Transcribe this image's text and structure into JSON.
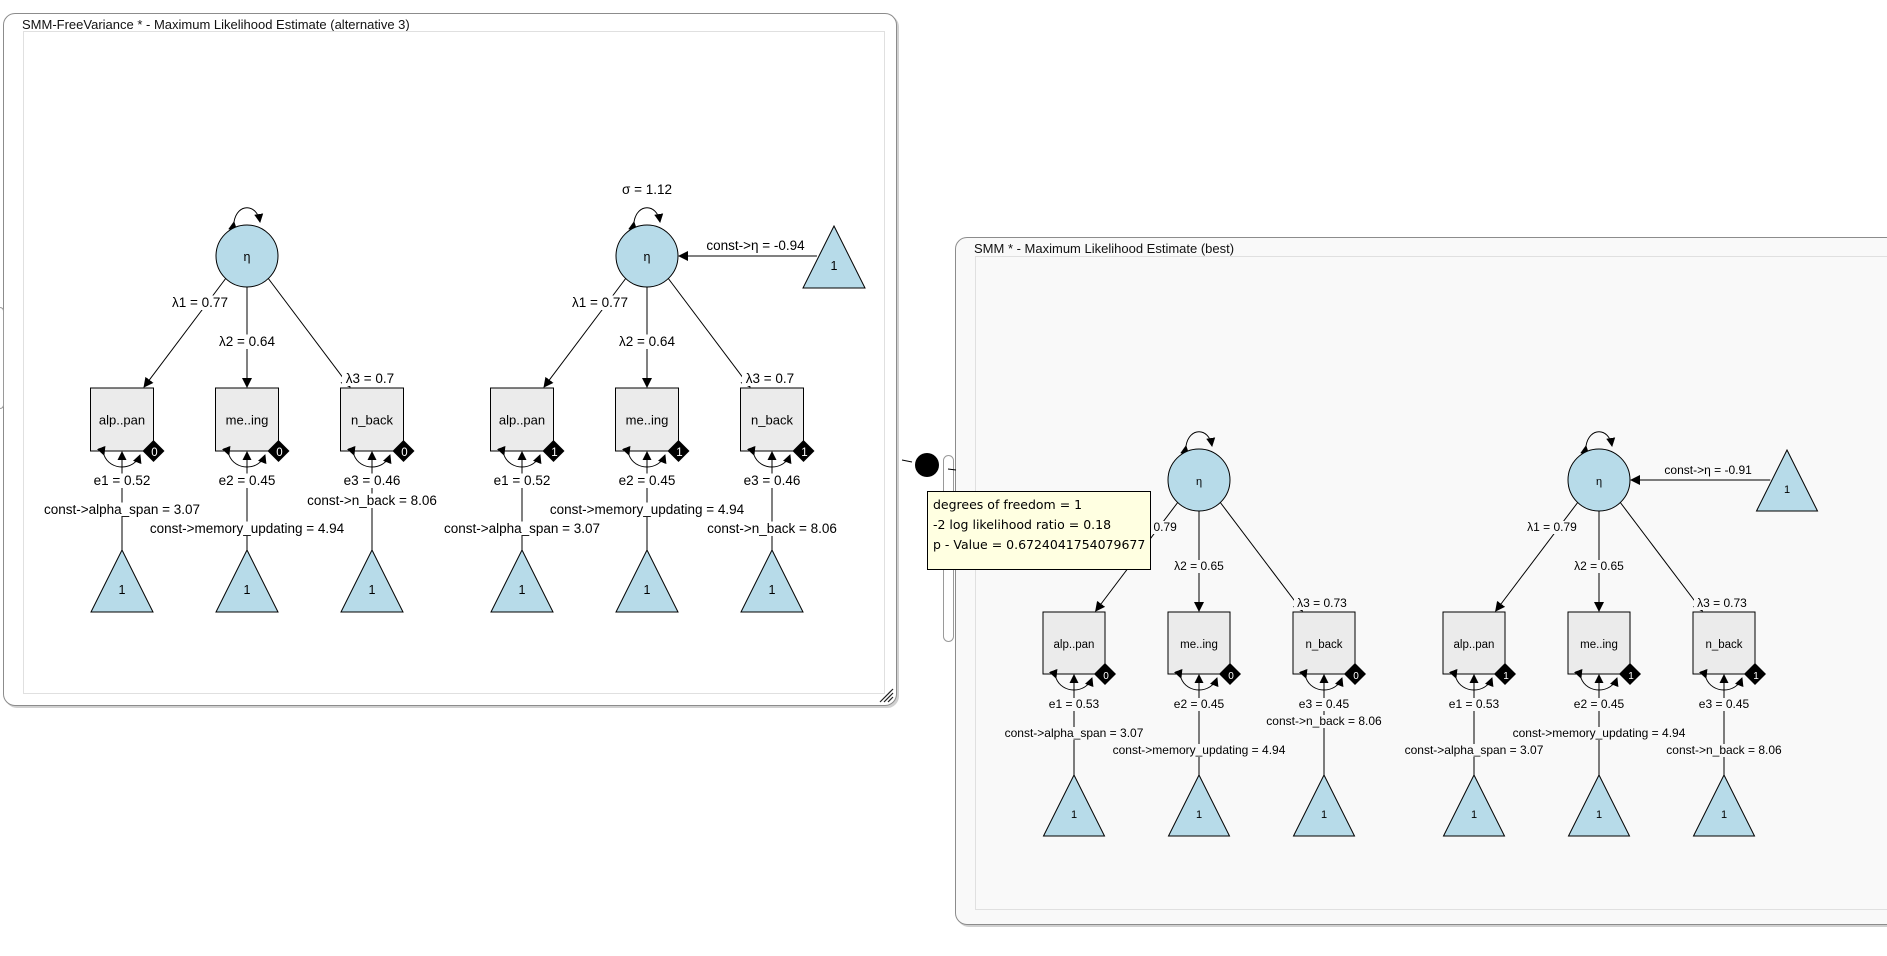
{
  "windows": [
    {
      "title": "SMM-FreeVariance * - Maximum Likelihood Estimate (alternative 3)",
      "groups": [
        {
          "latent": {
            "label": "η",
            "variance_label": ""
          },
          "intercept": null,
          "indicators": [
            {
              "label": "alp..pan",
              "loading": "λ1 = 0.77",
              "error": "e1 = 0.52",
              "mean": "const->alpha_span = 3.07",
              "group_marker": "0"
            },
            {
              "label": "me..ing",
              "loading": "λ2 = 0.64",
              "error": "e2 = 0.45",
              "mean": "const->memory_updating = 4.94",
              "group_marker": "0"
            },
            {
              "label": "n_back",
              "loading": "λ3 = 0.7",
              "error": "e3 = 0.46",
              "mean": "const->n_back = 8.06",
              "group_marker": "0"
            }
          ],
          "constant_label": "1"
        },
        {
          "latent": {
            "label": "η",
            "variance_label": "σ = 1.12"
          },
          "intercept": {
            "label": "const->η = -0.94",
            "constant_label": "1"
          },
          "indicators": [
            {
              "label": "alp..pan",
              "loading": "λ1 = 0.77",
              "error": "e1 = 0.52",
              "mean": "const->alpha_span = 3.07",
              "group_marker": "1"
            },
            {
              "label": "me..ing",
              "loading": "λ2 = 0.64",
              "error": "e2 = 0.45",
              "mean": "const->memory_updating = 4.94",
              "group_marker": "1"
            },
            {
              "label": "n_back",
              "loading": "λ3 = 0.7",
              "error": "e3 = 0.46",
              "mean": "const->n_back = 8.06",
              "group_marker": "1"
            }
          ],
          "constant_label": "1"
        }
      ]
    },
    {
      "title": "SMM * - Maximum Likelihood Estimate (best)",
      "groups": [
        {
          "latent": {
            "label": "η",
            "variance_label": ""
          },
          "intercept": null,
          "indicators": [
            {
              "label": "alp..pan",
              "loading": "λ1 = 0.79",
              "error": "e1 = 0.53",
              "mean": "const->alpha_span = 3.07",
              "group_marker": "0"
            },
            {
              "label": "me..ing",
              "loading": "λ2 = 0.65",
              "error": "e2 = 0.45",
              "mean": "const->memory_updating = 4.94",
              "group_marker": "0"
            },
            {
              "label": "n_back",
              "loading": "λ3 = 0.73",
              "error": "e3 = 0.45",
              "mean": "const->n_back = 8.06",
              "group_marker": "0"
            }
          ],
          "constant_label": "1"
        },
        {
          "latent": {
            "label": "η",
            "variance_label": ""
          },
          "intercept": {
            "label": "const->η = -0.91",
            "constant_label": "1"
          },
          "indicators": [
            {
              "label": "alp..pan",
              "loading": "λ1 = 0.79",
              "error": "e1 = 0.53",
              "mean": "const->alpha_span = 3.07",
              "group_marker": "1"
            },
            {
              "label": "me..ing",
              "loading": "λ2 = 0.65",
              "error": "e2 = 0.45",
              "mean": "const->memory_updating = 4.94",
              "group_marker": "1"
            },
            {
              "label": "n_back",
              "loading": "λ3 = 0.73",
              "error": "e3 = 0.45",
              "mean": "const->n_back = 8.06",
              "group_marker": "1"
            }
          ],
          "constant_label": "1"
        }
      ]
    }
  ],
  "comparison_tooltip": {
    "lines": [
      "degrees of freedom = 1",
      "-2 log likelihood ratio = 0.18",
      "p - Value = 0.6724041754079677"
    ]
  },
  "colors": {
    "latent_fill": "#b7dbe9",
    "constant_fill": "#b7dbe9",
    "indicator_fill": "#ebebeb",
    "tooltip_bg": "#ffffe1",
    "marker_fill": "#000000"
  }
}
